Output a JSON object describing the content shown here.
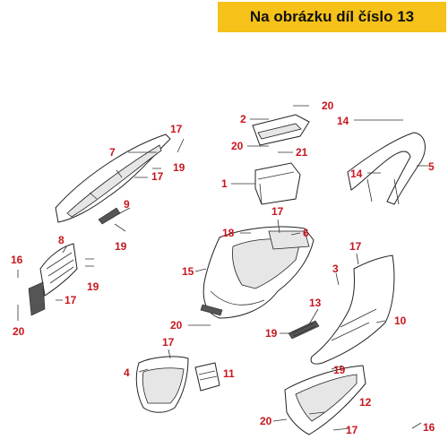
{
  "banner": {
    "text": "Na obrázku díl číslo 13"
  },
  "callouts": {
    "c1": "1",
    "c2": "2",
    "c3": "3",
    "c4": "4",
    "c5": "5",
    "c6": "6",
    "c7": "7",
    "c8": "8",
    "c9": "9",
    "c10": "10",
    "c11": "11",
    "c12": "12",
    "c13": "13",
    "c14": "14",
    "c15": "15",
    "c16": "16",
    "c17": "17",
    "c18": "18",
    "c19": "19",
    "c20": "20",
    "c21": "21"
  },
  "colors": {
    "banner_bg": "#f6c21a",
    "callout_text": "#c8161d"
  }
}
